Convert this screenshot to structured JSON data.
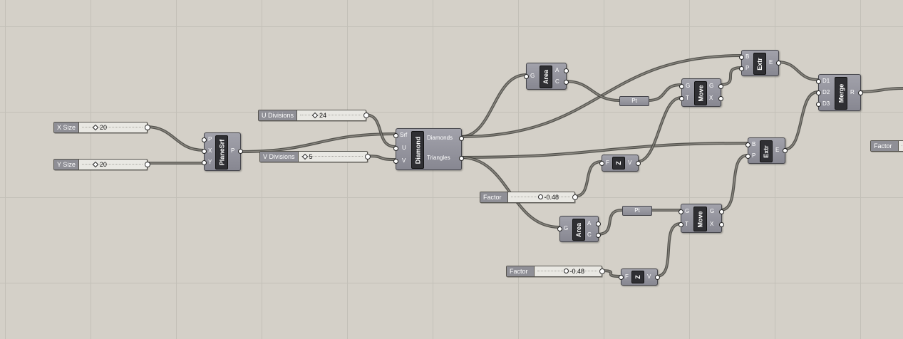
{
  "sliders": {
    "x_size": {
      "label": "X Size",
      "value": "20"
    },
    "y_size": {
      "label": "Y Size",
      "value": "20"
    },
    "u_div": {
      "label": "U Divisions",
      "value": "24"
    },
    "v_div": {
      "label": "V Divisions",
      "value": "5"
    },
    "factor1": {
      "label": "Factor",
      "value": "-0.48"
    },
    "factor2": {
      "label": "Factor",
      "value": "-0.48"
    },
    "factor3": {
      "label": "Factor",
      "value": ""
    }
  },
  "components": {
    "planesrf": {
      "name": "PlaneSrf",
      "inputs": [
        "P",
        "X",
        "Y"
      ],
      "outputs": [
        "P"
      ]
    },
    "diamond": {
      "name": "Diamond",
      "inputs": [
        "Srf",
        "U",
        "V"
      ],
      "outputs": [
        "Diamonds",
        "Triangles"
      ]
    },
    "area1": {
      "name": "Area",
      "inputs": [
        "G"
      ],
      "outputs": [
        "A",
        "C"
      ]
    },
    "area2": {
      "name": "Area",
      "inputs": [
        "G"
      ],
      "outputs": [
        "A",
        "C"
      ]
    },
    "move1": {
      "name": "Move",
      "inputs": [
        "G",
        "T"
      ],
      "outputs": [
        "G",
        "X"
      ]
    },
    "move2": {
      "name": "Move",
      "inputs": [
        "G",
        "T"
      ],
      "outputs": [
        "G",
        "X"
      ]
    },
    "extr1": {
      "name": "Extr",
      "inputs": [
        "B",
        "P"
      ],
      "outputs": [
        "E"
      ]
    },
    "extr2": {
      "name": "Extr",
      "inputs": [
        "B",
        "P"
      ],
      "outputs": [
        "E"
      ]
    },
    "merge": {
      "name": "Merge",
      "inputs": [
        "D1",
        "D2",
        "D3"
      ],
      "outputs": [
        "R"
      ]
    },
    "z1": {
      "name": "Z",
      "inputs": [
        "F"
      ],
      "outputs": [
        "V"
      ]
    },
    "z2": {
      "name": "Z",
      "inputs": [
        "F"
      ],
      "outputs": [
        "V"
      ]
    }
  },
  "params": {
    "pt1": {
      "label": "Pt"
    },
    "pt2": {
      "label": "Pt"
    }
  },
  "colors": {
    "canvas": "#d4d0c8",
    "component": "#8c8c96",
    "component_label": "#2f2f33",
    "wire": "#3f3f3b"
  }
}
